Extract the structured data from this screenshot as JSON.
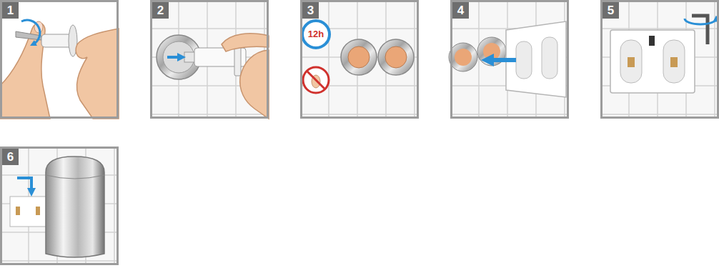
{
  "diagram": {
    "nodes": [
      {
        "text": [
          "1"
        ]
      },
      {
        "text": [
          "2"
        ]
      },
      {
        "text": [
          "3"
        ]
      },
      {
        "text": [
          "4"
        ]
      },
      {
        "text": [
          "5"
        ]
      },
      {
        "text": [
          "6"
        ]
      }
    ],
    "labels": [
      "12h"
    ]
  }
}
